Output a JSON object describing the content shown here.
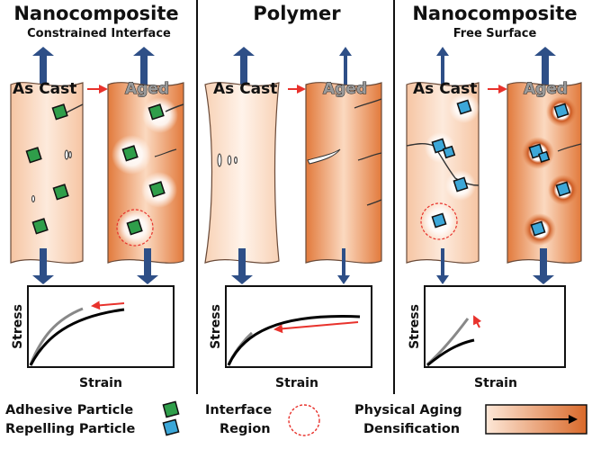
{
  "panels": [
    {
      "title": "Nanocomposite",
      "subtitle": "Constrained Interface",
      "state_before": "As Cast",
      "state_after": "Aged",
      "xlabel": "Strain",
      "ylabel": "Stress"
    },
    {
      "title": "Polymer",
      "subtitle": "",
      "state_before": "As Cast",
      "state_after": "Aged",
      "xlabel": "Strain",
      "ylabel": "Stress"
    },
    {
      "title": "Nanocomposite",
      "subtitle": "Free Surface",
      "state_before": "As Cast",
      "state_after": "Aged",
      "xlabel": "Strain",
      "ylabel": "Stress"
    }
  ],
  "legend": {
    "adhesive": "Adhesive Particle",
    "repelling": "Repelling Particle",
    "interface_1": "Interface",
    "interface_2": "Region",
    "aging_1": "Physical Aging",
    "aging_2": "Densification"
  },
  "colors": {
    "arrow_blue": "#2e4f87",
    "red_arrow": "#e8322c",
    "adhesive_green": "#2f9e4a",
    "repelling_blue": "#3ca7d8",
    "as_cast_fill": "#fbe1cf",
    "aged_fill": "#f0a06b",
    "curve_as_cast": "#888888",
    "curve_aged": "#000000"
  }
}
